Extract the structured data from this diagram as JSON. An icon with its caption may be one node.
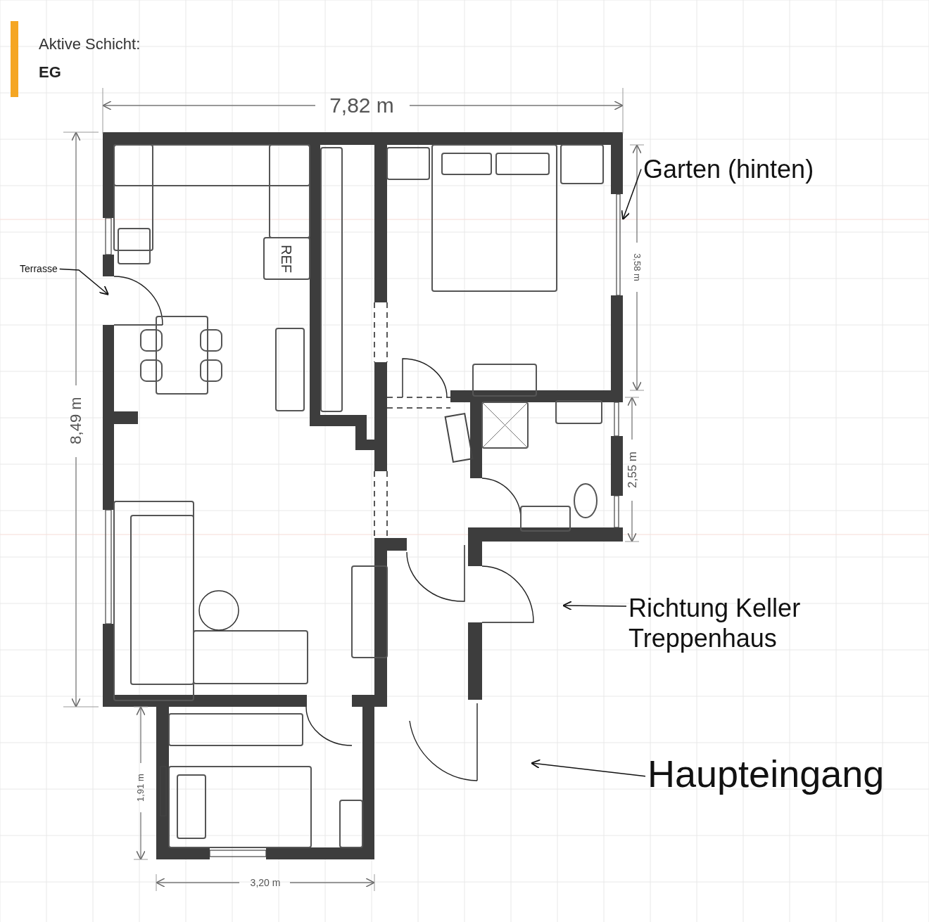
{
  "diagram": {
    "nodes": [
      {
        "text": [
          "Terrasse"
        ]
      },
      {
        "text": [
          "Garten (hinten)"
        ]
      },
      {
        "text": [
          "Richtung Keller Treppenhaus"
        ]
      },
      {
        "text": [
          "Haupteingang"
        ]
      }
    ],
    "edges": [
      {
        "from": 0,
        "to": null,
        "arrow": "to"
      },
      {
        "from": 1,
        "to": null,
        "arrow": "to"
      },
      {
        "from": 2,
        "to": null,
        "arrow": "to"
      },
      {
        "from": 3,
        "to": null,
        "arrow": "to"
      }
    ],
    "labels": [
      "Aktive Schicht:",
      "EG",
      "7,82 m",
      "3,58 m",
      "8,49 m",
      "2,55 m",
      "REF",
      "1,91 m",
      "3,20 m"
    ]
  }
}
